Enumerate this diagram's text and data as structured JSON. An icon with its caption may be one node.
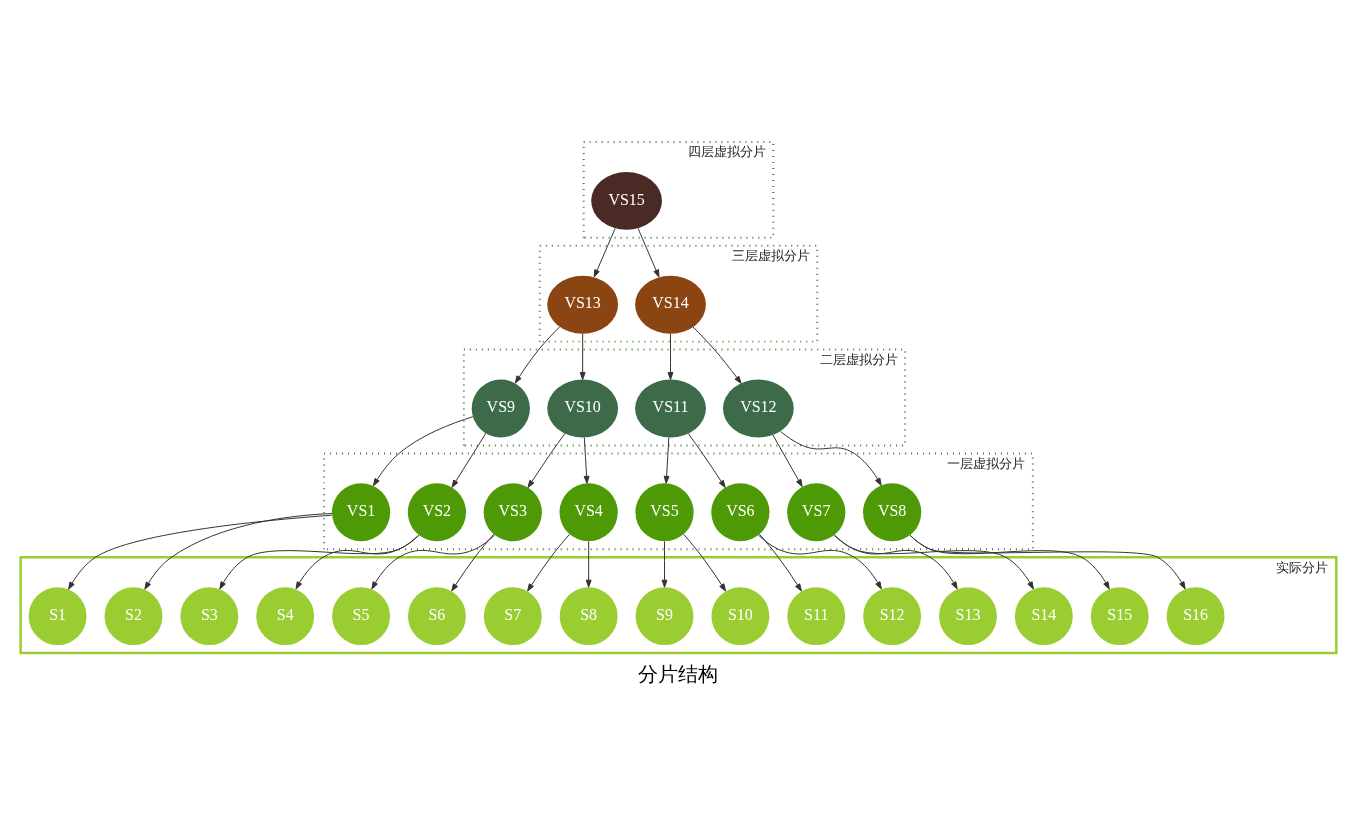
{
  "diagram": {
    "caption": "分片结构",
    "nodes": [
      {
        "text": [
          "四层虚拟分片"
        ]
      },
      {
        "text": [
          "VS15"
        ],
        "in": 0
      },
      {
        "text": [
          "三层虚拟分片"
        ]
      },
      {
        "text": [
          "VS13"
        ],
        "in": 2
      },
      {
        "text": [
          "VS14"
        ],
        "in": 2
      },
      {
        "text": [
          "二层虚拟分片"
        ]
      },
      {
        "text": [
          "VS9"
        ],
        "in": 5
      },
      {
        "text": [
          "VS10"
        ],
        "in": 5
      },
      {
        "text": [
          "VS11"
        ],
        "in": 5
      },
      {
        "text": [
          "VS12"
        ],
        "in": 5
      },
      {
        "text": [
          "一层虚拟分片"
        ]
      },
      {
        "text": [
          "VS1"
        ],
        "in": 10
      },
      {
        "text": [
          "VS2"
        ],
        "in": 10
      },
      {
        "text": [
          "VS3"
        ],
        "in": 10
      },
      {
        "text": [
          "VS4"
        ],
        "in": 10
      },
      {
        "text": [
          "VS5"
        ],
        "in": 10
      },
      {
        "text": [
          "VS6"
        ],
        "in": 10
      },
      {
        "text": [
          "VS7"
        ],
        "in": 10
      },
      {
        "text": [
          "VS8"
        ],
        "in": 10
      },
      {
        "text": [
          "实际分片"
        ]
      },
      {
        "text": [
          "S1"
        ],
        "in": 19
      },
      {
        "text": [
          "S2"
        ],
        "in": 19
      },
      {
        "text": [
          "S3"
        ],
        "in": 19
      },
      {
        "text": [
          "S4"
        ],
        "in": 19
      },
      {
        "text": [
          "S5"
        ],
        "in": 19
      },
      {
        "text": [
          "S6"
        ],
        "in": 19
      },
      {
        "text": [
          "S7"
        ],
        "in": 19
      },
      {
        "text": [
          "S8"
        ],
        "in": 19
      },
      {
        "text": [
          "S9"
        ],
        "in": 19
      },
      {
        "text": [
          "S10"
        ],
        "in": 19
      },
      {
        "text": [
          "S11"
        ],
        "in": 19
      },
      {
        "text": [
          "S12"
        ],
        "in": 19
      },
      {
        "text": [
          "S13"
        ],
        "in": 19
      },
      {
        "text": [
          "S14"
        ],
        "in": 19
      },
      {
        "text": [
          "S15"
        ],
        "in": 19
      },
      {
        "text": [
          "S16"
        ],
        "in": 19
      }
    ],
    "edges": [
      {
        "from": 1,
        "to": 3,
        "arrow": "to"
      },
      {
        "from": 1,
        "to": 4,
        "arrow": "to"
      },
      {
        "from": 3,
        "to": 6,
        "arrow": "to"
      },
      {
        "from": 3,
        "to": 7,
        "arrow": "to"
      },
      {
        "from": 4,
        "to": 8,
        "arrow": "to"
      },
      {
        "from": 4,
        "to": 9,
        "arrow": "to"
      },
      {
        "from": 6,
        "to": 11,
        "arrow": "to"
      },
      {
        "from": 6,
        "to": 12,
        "arrow": "to"
      },
      {
        "from": 7,
        "to": 13,
        "arrow": "to"
      },
      {
        "from": 7,
        "to": 14,
        "arrow": "to"
      },
      {
        "from": 8,
        "to": 15,
        "arrow": "to"
      },
      {
        "from": 8,
        "to": 16,
        "arrow": "to"
      },
      {
        "from": 9,
        "to": 17,
        "arrow": "to"
      },
      {
        "from": 9,
        "to": 18,
        "arrow": "to"
      },
      {
        "from": 11,
        "to": 20,
        "arrow": "to"
      },
      {
        "from": 11,
        "to": 21,
        "arrow": "to"
      },
      {
        "from": 12,
        "to": 22,
        "arrow": "to"
      },
      {
        "from": 12,
        "to": 23,
        "arrow": "to"
      },
      {
        "from": 13,
        "to": 24,
        "arrow": "to"
      },
      {
        "from": 13,
        "to": 25,
        "arrow": "to"
      },
      {
        "from": 14,
        "to": 26,
        "arrow": "to"
      },
      {
        "from": 14,
        "to": 27,
        "arrow": "to"
      },
      {
        "from": 15,
        "to": 28,
        "arrow": "to"
      },
      {
        "from": 15,
        "to": 29,
        "arrow": "to"
      },
      {
        "from": 16,
        "to": 30,
        "arrow": "to"
      },
      {
        "from": 16,
        "to": 31,
        "arrow": "to"
      },
      {
        "from": 17,
        "to": 32,
        "arrow": "to"
      },
      {
        "from": 17,
        "to": 33,
        "arrow": "to"
      },
      {
        "from": 18,
        "to": 34,
        "arrow": "to"
      },
      {
        "from": 18,
        "to": 35,
        "arrow": "to"
      }
    ]
  }
}
